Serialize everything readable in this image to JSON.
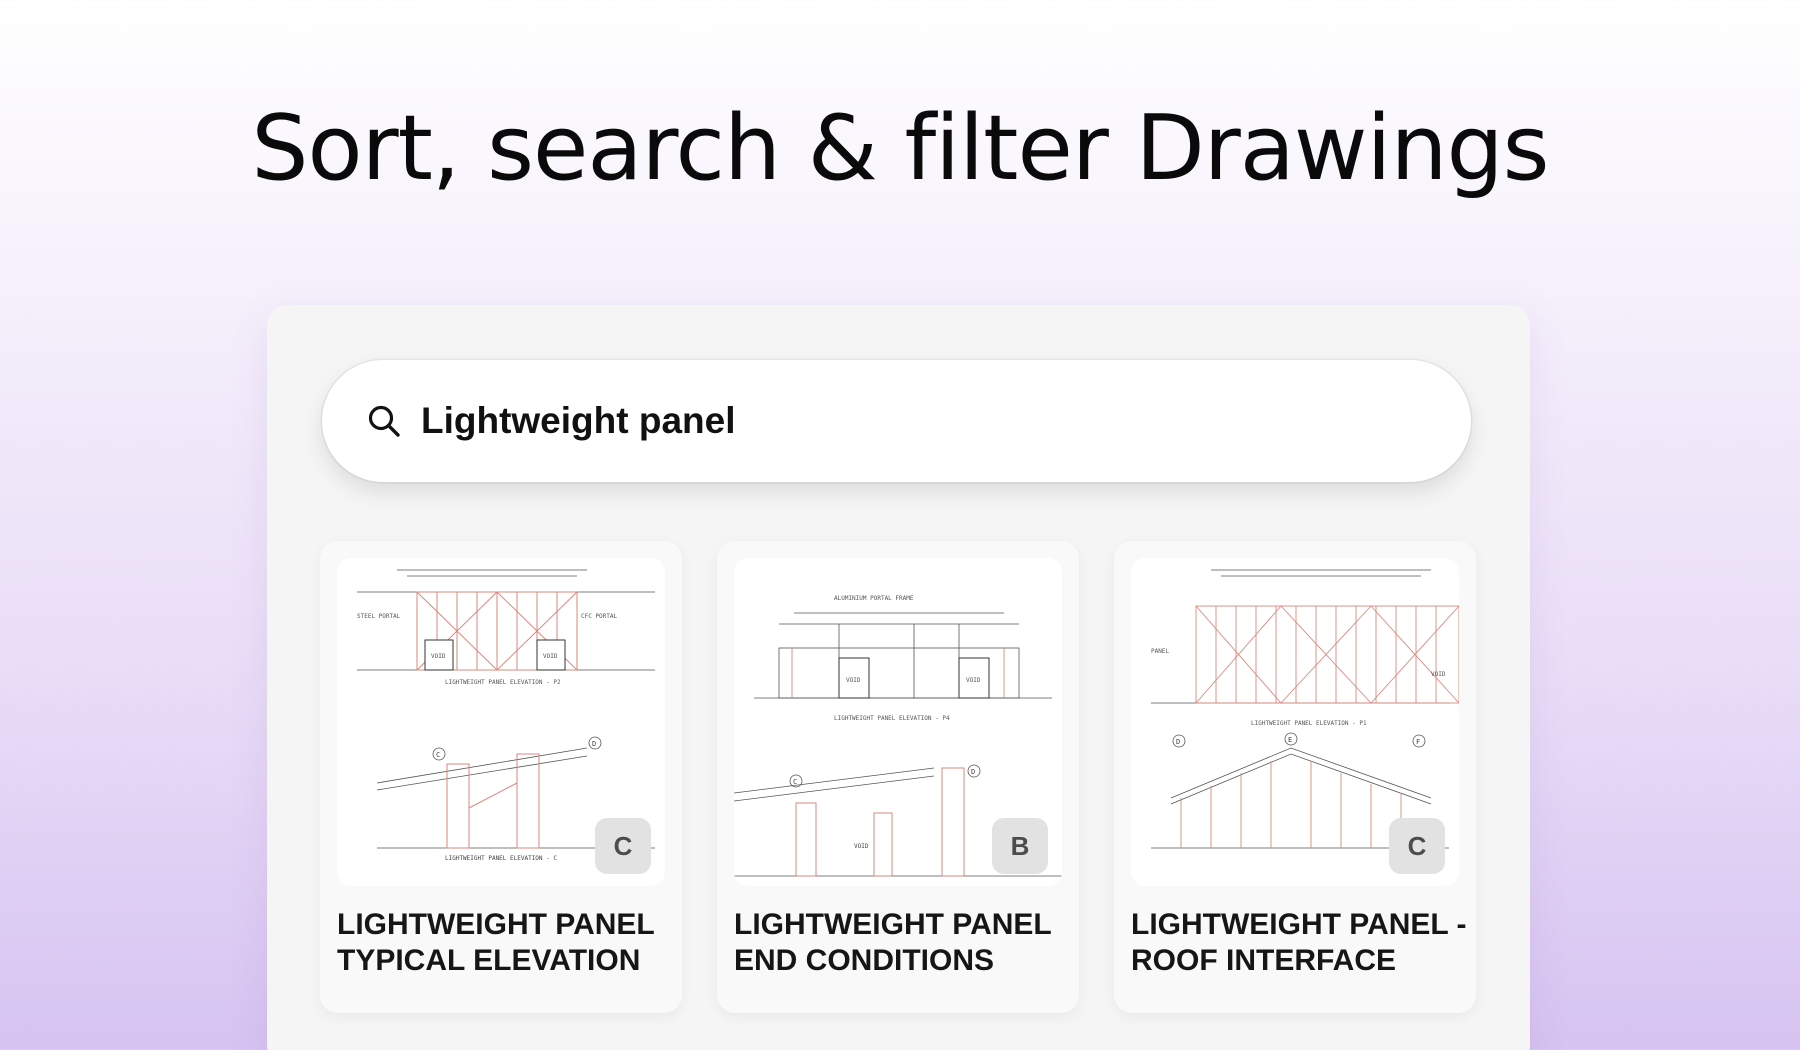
{
  "page": {
    "heading": "Sort, search & filter Drawings"
  },
  "search": {
    "value": "Lightweight panel",
    "icon": "search-icon"
  },
  "drawings": [
    {
      "title": "LIGHTWEIGHT PANEL TYPICAL ELEVATION",
      "revision": "C",
      "sheet_labels": {
        "elevation": "LIGHTWEIGHT PANEL ELEVATION - P2",
        "void": "VOID",
        "section_a": "C",
        "section_b": "D"
      }
    },
    {
      "title": "LIGHTWEIGHT PANEL END CONDITIONS",
      "revision": "B",
      "sheet_labels": {
        "elevation": "LIGHTWEIGHT PANEL ELEVATION - P4",
        "void": "VOID",
        "section_a": "C",
        "section_b": "D"
      }
    },
    {
      "title": "LIGHTWEIGHT PANEL - ROOF INTERFACE",
      "revision": "C",
      "sheet_labels": {
        "elevation": "LIGHTWEIGHT PANEL ELEVATION - P1",
        "void": "VOID",
        "section_a": "D",
        "section_b": "E",
        "section_c": "F"
      }
    }
  ],
  "colors": {
    "accent_line": "#d98a7e",
    "drawing_line": "#333333",
    "badge_bg": "#e2e2e2"
  }
}
